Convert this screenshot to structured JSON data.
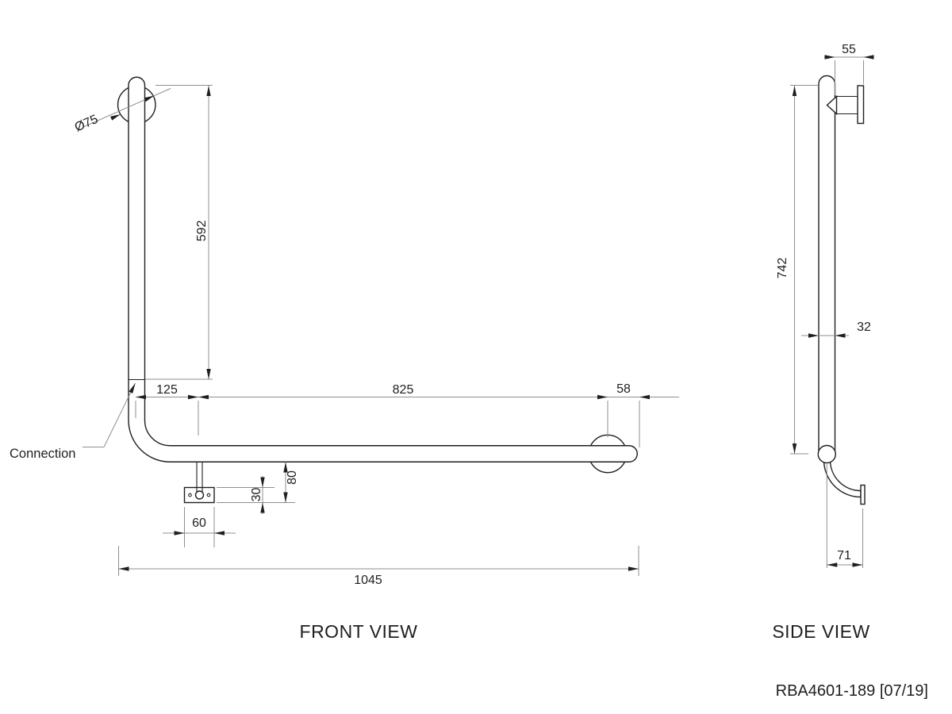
{
  "drawing": {
    "front_view": {
      "label": "FRONT VIEW",
      "connection_label": "Connection",
      "dims": {
        "flange_diameter": "Ø75",
        "vertical_height": "592",
        "bracket_offset": "125",
        "horizontal_span": "825",
        "end_overhang": "58",
        "drop_to_plate": "80",
        "plate_height": "30",
        "plate_width": "60",
        "overall_length": "1045"
      }
    },
    "side_view": {
      "label": "SIDE VIEW",
      "dims": {
        "wall_clearance": "55",
        "vertical_height": "742",
        "tube_diameter": "32",
        "leg_offset": "71"
      }
    },
    "footer": {
      "doc_code": "RBA4601-189 [07/19]"
    },
    "colors": {
      "ink": "#1f1f1f",
      "dim_line": "#8f8f8f"
    }
  }
}
